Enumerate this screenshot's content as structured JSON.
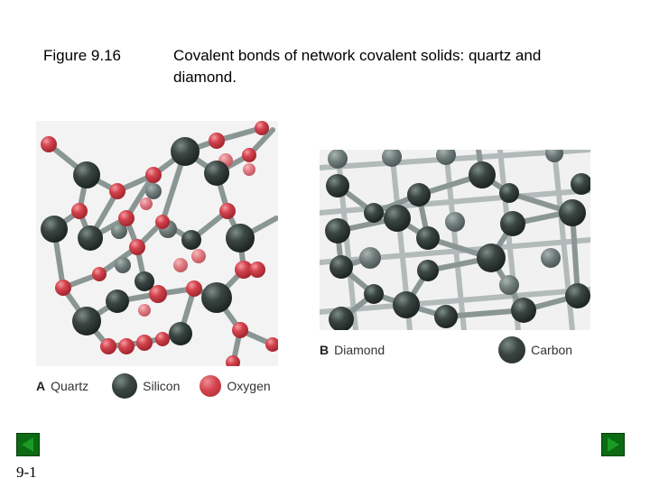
{
  "figure": {
    "label": "Figure 9.16",
    "caption": "Covalent bonds of network covalent solids: quartz and diamond."
  },
  "panel_a": {
    "letter": "A",
    "name": "Quartz",
    "legend": [
      {
        "label": "Silicon",
        "color": "#2e3836"
      },
      {
        "label": "Oxygen",
        "color": "#d2424d"
      }
    ]
  },
  "panel_b": {
    "letter": "B",
    "name": "Diamond",
    "legend": [
      {
        "label": "Carbon",
        "color": "#2e3836"
      }
    ]
  },
  "navigation": {
    "back_icon": "triangle-left-icon",
    "forward_icon": "triangle-right-icon",
    "button_color": "#0c6a12"
  },
  "slide_number": "9-1"
}
